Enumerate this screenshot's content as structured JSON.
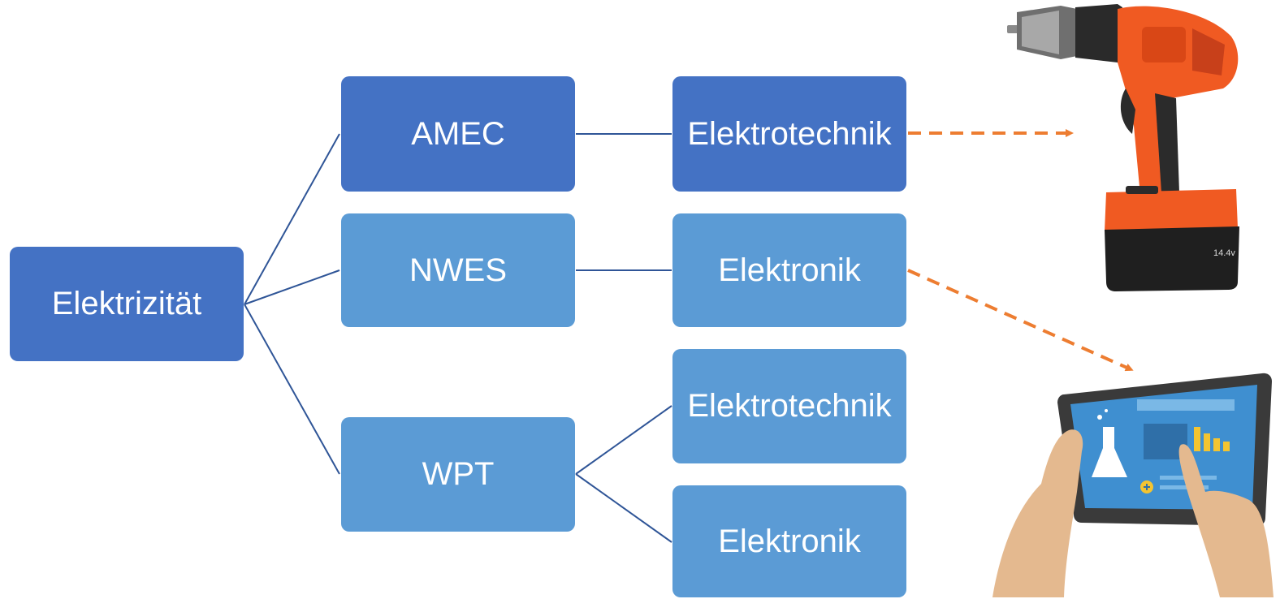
{
  "diagram": {
    "root": {
      "label": "Elektrizität"
    },
    "branches": [
      {
        "label": "AMEC",
        "children": [
          "Elektrotechnik"
        ]
      },
      {
        "label": "NWES",
        "children": [
          "Elektronik"
        ]
      },
      {
        "label": "WPT",
        "children": [
          "Elektrotechnik",
          "Elektronik"
        ]
      }
    ]
  },
  "illustrations": {
    "drill": {
      "icon": "power-drill-icon",
      "battery_text": "14.4v"
    },
    "tablet": {
      "icon": "tablet-icon"
    }
  },
  "colors": {
    "dark_box": "#4472c4",
    "light_box": "#5b9bd5",
    "connector": "#2f5597",
    "arrow": "#ed7d31"
  }
}
